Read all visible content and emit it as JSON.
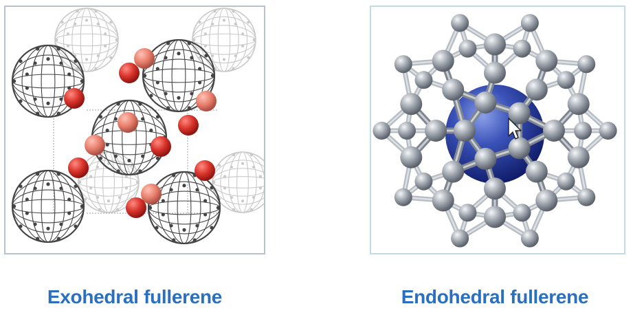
{
  "figures": [
    {
      "id": "exohedral",
      "caption": "Exohedral fullerene",
      "colors": {
        "cage_dark": "#444444",
        "cage_light": "#c9c9c9",
        "guest_atom": "#d8332a",
        "border": "#b9c2cc"
      }
    },
    {
      "id": "endohedral",
      "caption": "Endohedral fullerene",
      "colors": {
        "cage": "#a4aab2",
        "encapsulated_atom": "#2a3fa0",
        "border": "#c4dbe6"
      }
    }
  ],
  "cursor": {
    "icon": "arrow-cursor-icon"
  }
}
